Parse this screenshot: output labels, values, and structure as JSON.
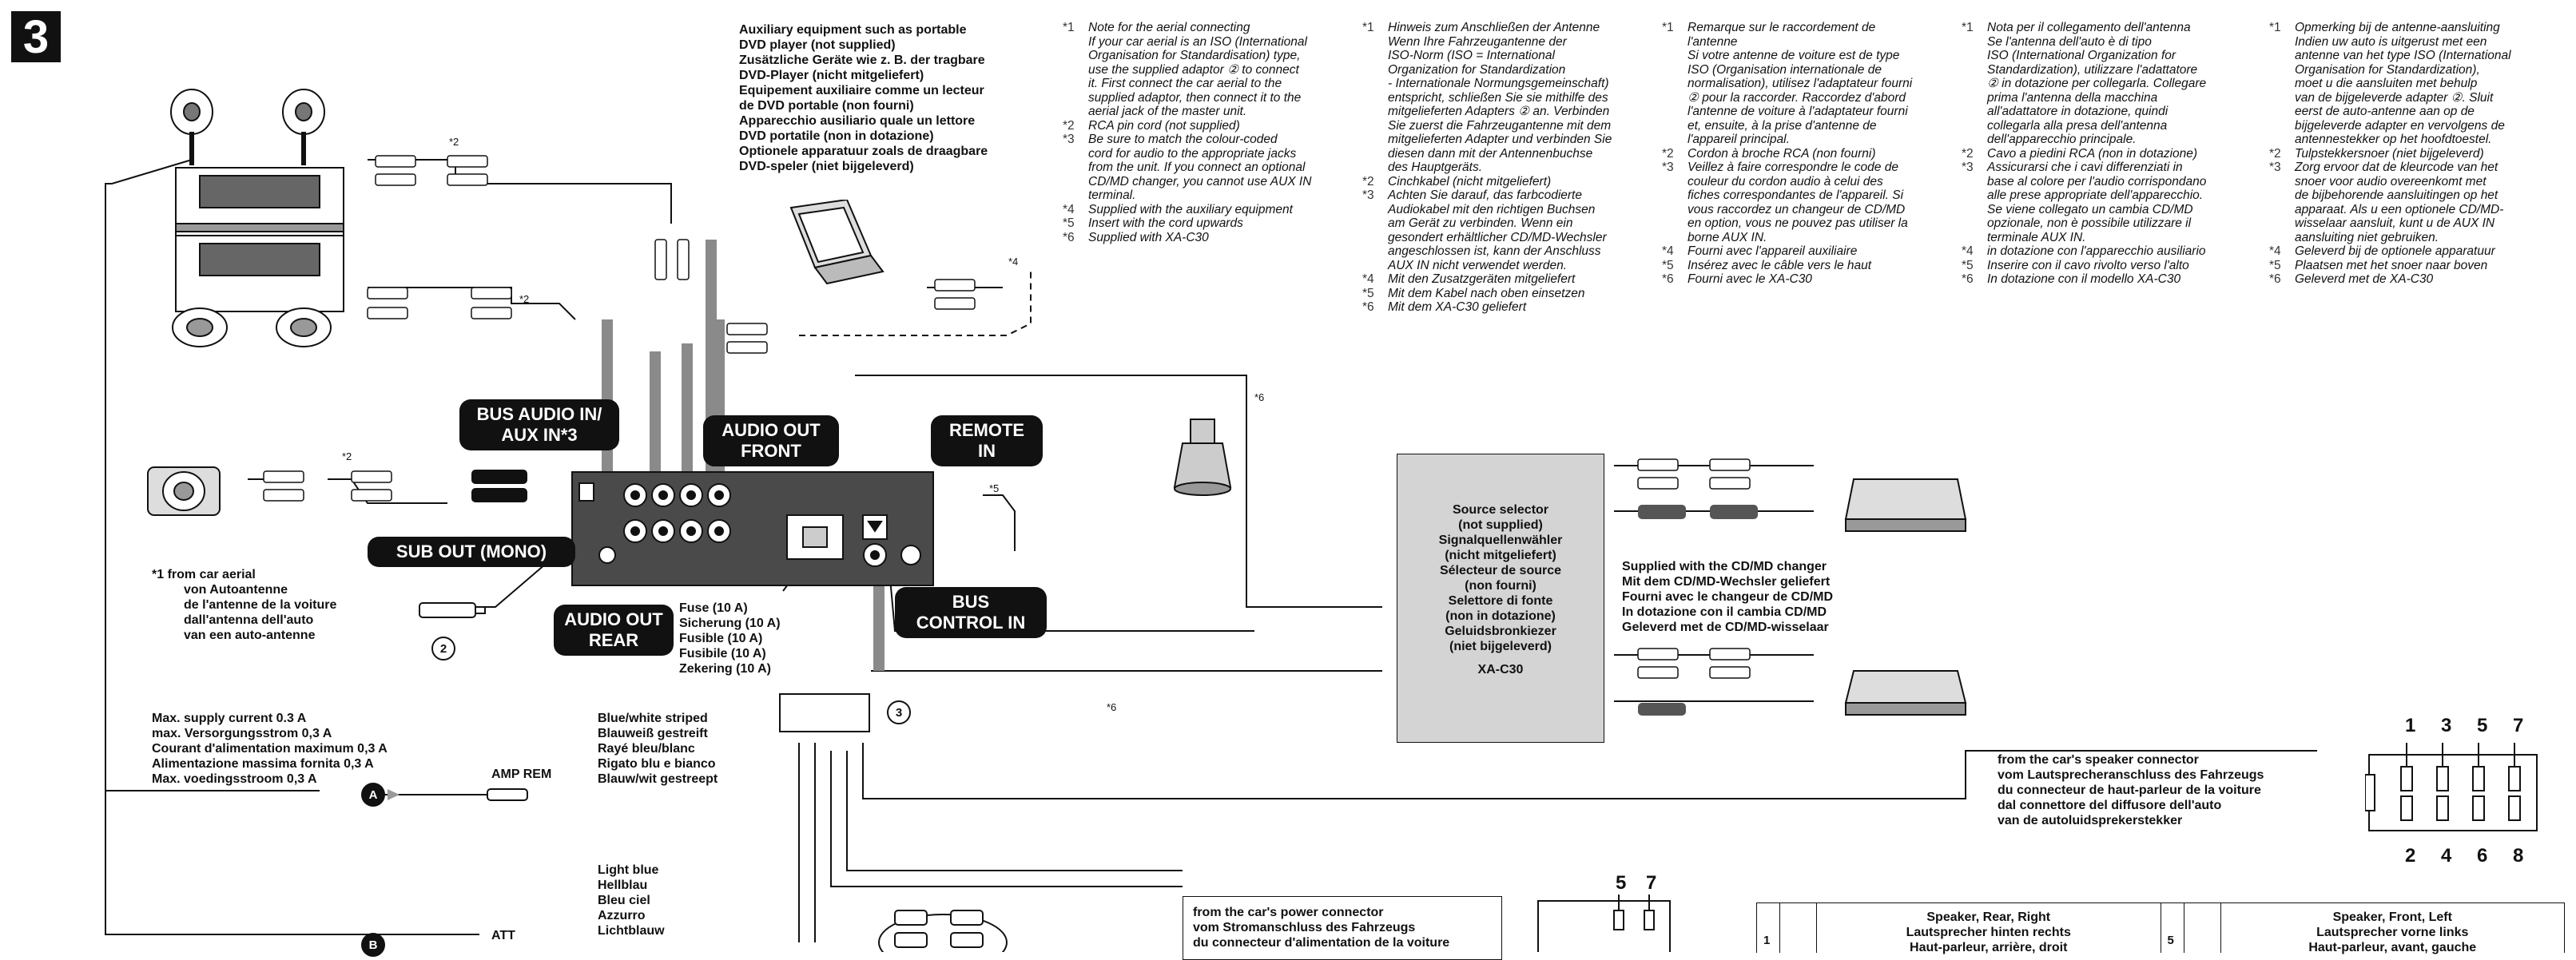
{
  "section_number": "3",
  "aux_title": [
    "Auxiliary equipment such as portable",
    "DVD player (not supplied)",
    "Zusätzliche Geräte wie z. B. der tragbare",
    "DVD-Player (nicht mitgeliefert)",
    "Equipement auxiliaire comme un lecteur",
    "de DVD portable (non fourni)",
    "Apparecchio ausiliario quale un lettore",
    "DVD portatile (non in dotazione)",
    "Optionele apparatuur zoals de draagbare",
    "DVD-speler (niet bijgeleverd)"
  ],
  "notes_en": [
    {
      "m": "*1",
      "t": "Note for the aerial connecting"
    },
    {
      "m": "",
      "t": "If your car aerial is an ISO (International"
    },
    {
      "m": "",
      "t": "Organisation for Standardisation) type,"
    },
    {
      "m": "",
      "t": "use the supplied adaptor ② to connect"
    },
    {
      "m": "",
      "t": "it. First connect the car aerial to the"
    },
    {
      "m": "",
      "t": "supplied adaptor, then connect it to the"
    },
    {
      "m": "",
      "t": "aerial jack of the master unit."
    },
    {
      "m": "*2",
      "t": "RCA pin cord (not supplied)"
    },
    {
      "m": "*3",
      "t": "Be sure to match the colour-coded"
    },
    {
      "m": "",
      "t": "cord for audio to the appropriate jacks"
    },
    {
      "m": "",
      "t": "from the unit. If you connect an optional"
    },
    {
      "m": "",
      "t": "CD/MD changer, you cannot use AUX IN"
    },
    {
      "m": "",
      "t": "terminal."
    },
    {
      "m": "*4",
      "t": "Supplied with the auxiliary equipment"
    },
    {
      "m": "*5",
      "t": "Insert with the cord upwards"
    },
    {
      "m": "*6",
      "t": "Supplied with XA-C30"
    }
  ],
  "notes_de": [
    {
      "m": "*1",
      "t": "Hinweis zum Anschließen der Antenne"
    },
    {
      "m": "",
      "t": "Wenn Ihre Fahrzeugantenne der"
    },
    {
      "m": "",
      "t": "ISO-Norm (ISO = International"
    },
    {
      "m": "",
      "t": "Organization for Standardization"
    },
    {
      "m": "",
      "t": "- Internationale Normungsgemeinschaft)"
    },
    {
      "m": "",
      "t": "entspricht, schließen Sie sie mithilfe des"
    },
    {
      "m": "",
      "t": "mitgelieferten Adapters ② an. Verbinden"
    },
    {
      "m": "",
      "t": "Sie zuerst die Fahrzeugantenne mit dem"
    },
    {
      "m": "",
      "t": "mitgelieferten Adapter und verbinden Sie"
    },
    {
      "m": "",
      "t": "diesen dann mit der Antennenbuchse"
    },
    {
      "m": "",
      "t": "des Hauptgeräts."
    },
    {
      "m": "*2",
      "t": "Cinchkabel (nicht mitgeliefert)"
    },
    {
      "m": "*3",
      "t": "Achten Sie darauf, das farbcodierte"
    },
    {
      "m": "",
      "t": "Audiokabel mit den richtigen Buchsen"
    },
    {
      "m": "",
      "t": "am Gerät zu verbinden. Wenn ein"
    },
    {
      "m": "",
      "t": "gesondert erhältlicher CD/MD-Wechsler"
    },
    {
      "m": "",
      "t": "angeschlossen ist, kann der Anschluss"
    },
    {
      "m": "",
      "t": "AUX IN nicht verwendet werden."
    },
    {
      "m": "*4",
      "t": "Mit den Zusatzgeräten mitgeliefert"
    },
    {
      "m": "*5",
      "t": "Mit dem Kabel nach oben einsetzen"
    },
    {
      "m": "*6",
      "t": "Mit dem XA-C30 geliefert"
    }
  ],
  "notes_fr": [
    {
      "m": "*1",
      "t": "Remarque sur le raccordement de"
    },
    {
      "m": "",
      "t": "l'antenne"
    },
    {
      "m": "",
      "t": "Si votre antenne de voiture est de type"
    },
    {
      "m": "",
      "t": "ISO (Organisation internationale de"
    },
    {
      "m": "",
      "t": "normalisation), utilisez l'adaptateur fourni"
    },
    {
      "m": "",
      "t": "② pour la raccorder. Raccordez d'abord"
    },
    {
      "m": "",
      "t": "l'antenne de voiture à l'adaptateur fourni"
    },
    {
      "m": "",
      "t": "et, ensuite, à la prise d'antenne de"
    },
    {
      "m": "",
      "t": "l'appareil principal."
    },
    {
      "m": "*2",
      "t": "Cordon à broche RCA (non fourni)"
    },
    {
      "m": "*3",
      "t": "Veillez à faire correspondre le code de"
    },
    {
      "m": "",
      "t": "couleur du cordon audio à celui des"
    },
    {
      "m": "",
      "t": "fiches correspondantes de l'appareil. Si"
    },
    {
      "m": "",
      "t": "vous raccordez un changeur de CD/MD"
    },
    {
      "m": "",
      "t": "en option, vous ne pouvez pas utiliser la"
    },
    {
      "m": "",
      "t": "borne AUX IN."
    },
    {
      "m": "*4",
      "t": "Fourni avec l'appareil auxiliaire"
    },
    {
      "m": "*5",
      "t": "Insérez avec le câble vers le haut"
    },
    {
      "m": "*6",
      "t": "Fourni avec le XA-C30"
    }
  ],
  "notes_it": [
    {
      "m": "*1",
      "t": "Nota per il collegamento dell'antenna"
    },
    {
      "m": "",
      "t": "Se l'antenna dell'auto è di tipo"
    },
    {
      "m": "",
      "t": "ISO (International Organization for"
    },
    {
      "m": "",
      "t": "Standardization), utilizzare l'adattatore"
    },
    {
      "m": "",
      "t": "② in dotazione per collegarla. Collegare"
    },
    {
      "m": "",
      "t": "prima l'antenna della macchina"
    },
    {
      "m": "",
      "t": "all'adattatore in dotazione, quindi"
    },
    {
      "m": "",
      "t": "collegarla alla presa dell'antenna"
    },
    {
      "m": "",
      "t": "dell'apparecchio principale."
    },
    {
      "m": "*2",
      "t": "Cavo a piedini RCA (non in dotazione)"
    },
    {
      "m": "*3",
      "t": "Assicurarsi che i cavi differenziati in"
    },
    {
      "m": "",
      "t": "base al colore per l'audio corrispondano"
    },
    {
      "m": "",
      "t": "alle prese appropriate dell'apparecchio."
    },
    {
      "m": "",
      "t": "Se viene collegato un cambia CD/MD"
    },
    {
      "m": "",
      "t": "opzionale, non è possibile utilizzare il"
    },
    {
      "m": "",
      "t": "terminale AUX IN."
    },
    {
      "m": "*4",
      "t": "in dotazione con l'apparecchio ausiliario"
    },
    {
      "m": "*5",
      "t": "Inserire con il cavo rivolto verso l'alto"
    },
    {
      "m": "*6",
      "t": "In dotazione con il modello XA-C30"
    }
  ],
  "notes_nl": [
    {
      "m": "*1",
      "t": "Opmerking bij de antenne-aansluiting"
    },
    {
      "m": "",
      "t": "Indien uw auto is uitgerust met een"
    },
    {
      "m": "",
      "t": "antenne van het type ISO (International"
    },
    {
      "m": "",
      "t": "Organisation for Standardization),"
    },
    {
      "m": "",
      "t": "moet u die aansluiten met behulp"
    },
    {
      "m": "",
      "t": "van de bijgeleverde adapter ②. Sluit"
    },
    {
      "m": "",
      "t": "eerst de auto-antenne aan op de"
    },
    {
      "m": "",
      "t": "bijgeleverde adapter en vervolgens de"
    },
    {
      "m": "",
      "t": "antennestekker op het hoofdtoestel."
    },
    {
      "m": "*2",
      "t": "Tulpstekkersnoer (niet bijgeleverd)"
    },
    {
      "m": "*3",
      "t": "Zorg ervoor dat de kleurcode van het"
    },
    {
      "m": "",
      "t": "snoer voor audio overeenkomt met"
    },
    {
      "m": "",
      "t": "de bijbehorende aansluitingen op het"
    },
    {
      "m": "",
      "t": "apparaat. Als u een optionele CD/MD-"
    },
    {
      "m": "",
      "t": "wisselaar aansluit, kunt u de AUX IN"
    },
    {
      "m": "",
      "t": "aansluiting niet gebruiken."
    },
    {
      "m": "*4",
      "t": "Geleverd bij de optionele apparatuur"
    },
    {
      "m": "*5",
      "t": "Plaatsen met het snoer naar boven"
    },
    {
      "m": "*6",
      "t": "Geleverd met de XA-C30"
    }
  ],
  "labels": {
    "bus_audio_in": "BUS AUDIO IN/",
    "aux_in": "AUX IN*3",
    "audio_out_front_1": "AUDIO OUT",
    "audio_out_front_2": "FRONT",
    "remote_in_1": "REMOTE",
    "remote_in_2": "IN",
    "sub_out": "SUB OUT (MONO)",
    "audio_out_rear_1": "AUDIO OUT",
    "audio_out_rear_2": "REAR",
    "bus_control_in_1": "BUS",
    "bus_control_in_2": "CONTROL IN"
  },
  "cord_marks": {
    "c2a": "*2",
    "c2b": "*2",
    "c2c": "*2",
    "c4": "*4",
    "c5": "*5",
    "c6a": "*6",
    "c6b": "*6"
  },
  "aerial": [
    "*1 from car aerial",
    "von Autoantenne",
    "de l'antenne de la voiture",
    "dall'antenna dell'auto",
    "van een auto-antenne"
  ],
  "fuse": [
    "Fuse (10 A)",
    "Sicherung (10 A)",
    "Fusible (10 A)",
    "Fusibile (10 A)",
    "Zekering (10 A)"
  ],
  "source_selector": [
    "Source selector",
    "(not supplied)",
    "Signalquellenwähler",
    "(nicht mitgeliefert)",
    "Sélecteur de source",
    "(non fourni)",
    "Selettore di fonte",
    "(non in dotazione)",
    "Geluidsbronkiezer",
    "(niet bijgeleverd)",
    "",
    "XA-C30"
  ],
  "changer": [
    "Supplied with the CD/MD changer",
    "Mit dem CD/MD-Wechsler geliefert",
    "Fourni avec le changeur de CD/MD",
    "In dotazione con il cambia CD/MD",
    "Geleverd met de CD/MD-wisselaar"
  ],
  "supply_current": [
    "Max. supply current 0.3 A",
    "max. Versorgungsstrom 0,3 A",
    "Courant d'alimentation maximum 0,3 A",
    "Alimentazione massima fornita 0,3 A",
    "Max. voedingsstroom 0,3 A"
  ],
  "amp_rem": "AMP REM",
  "att": "ATT",
  "blue_white": [
    "Blue/white striped",
    "Blauweiß gestreift",
    "Rayé bleu/blanc",
    "Rigato blu e bianco",
    "Blauw/wit gestreept"
  ],
  "light_blue": [
    "Light blue",
    "Hellblau",
    "Bleu ciel",
    "Azzurro",
    "Lichtblauw"
  ],
  "speaker_connector": [
    "from the car's speaker connector",
    "vom Lautsprecheranschluss des Fahrzeugs",
    "du connecteur de haut-parleur de la voiture",
    "dal connettore del diffusore dell'auto",
    "van de autoluidsprekerstekker"
  ],
  "power_connector": [
    "from the car's power connector",
    "vom Stromanschluss des Fahrzeugs",
    "du connecteur d'alimentation de la voiture"
  ],
  "pins_top": [
    "1",
    "3",
    "5",
    "7"
  ],
  "pins_bottom": [
    "2",
    "4",
    "6",
    "8"
  ],
  "pins_small": [
    "5",
    "7"
  ],
  "table": {
    "left_num": "1",
    "left_text": [
      "Speaker, Rear, Right",
      "Lautsprecher hinten rechts",
      "Haut-parleur, arrière, droit"
    ],
    "right_num": "5",
    "right_text": [
      "Speaker, Front, Left",
      "Lautsprecher vorne links",
      "Haut-parleur, avant, gauche"
    ]
  },
  "circle_labels": {
    "two": "2",
    "three": "3",
    "A": "A",
    "B": "B"
  }
}
